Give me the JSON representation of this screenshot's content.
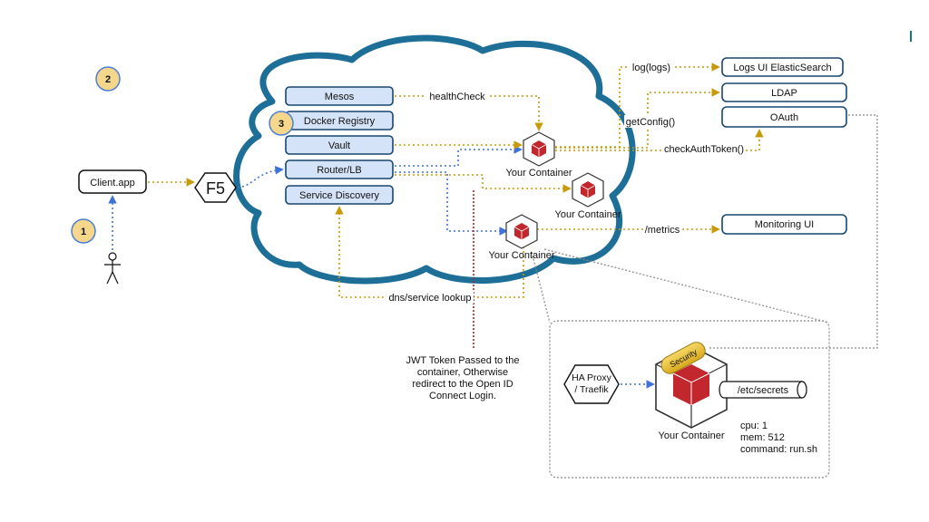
{
  "badges": {
    "one": "1",
    "two": "2",
    "three": "3"
  },
  "client": {
    "label": "Client.app"
  },
  "f5": {
    "label": "F5"
  },
  "cloud_services": {
    "mesos": "Mesos",
    "docker_registry": "Docker Registry",
    "vault": "Vault",
    "router": "Router/LB",
    "service_discovery": "Service Discovery"
  },
  "containers": {
    "top": "Your Container",
    "middle": "Your Container",
    "bottom": "Your Container",
    "detail": "Your Container"
  },
  "external_services": {
    "logs": "Logs UI ElasticSearch",
    "ldap": "LDAP",
    "oauth": "OAuth",
    "monitoring": "Monitoring UI"
  },
  "edge_labels": {
    "health_check": "healthCheck",
    "log": "log(logs)",
    "get_config": "getConfig()",
    "check_auth": "checkAuthToken()",
    "metrics": "/metrics",
    "dns_lookup": "dns/service lookup"
  },
  "jwt_note": [
    "JWT Token Passed to the",
    "container, Otherwise",
    "redirect to the Open ID",
    "Connect Login."
  ],
  "detail": {
    "proxy": [
      "HA Proxy",
      "/ Traefik"
    ],
    "security": "Security",
    "secrets": "/etc/secrets",
    "resources": [
      "cpu: 1",
      "mem: 512",
      "command: run.sh"
    ]
  },
  "colors": {
    "cloud_stroke": "#1d6f98",
    "service_fill": "#d4e3f7",
    "service_stroke": "#17466e",
    "badge_fill": "#f4d78a",
    "badge_stroke": "#4d7fd6",
    "gold_arrow": "#c79a08",
    "blue_arrow": "#3f72d6",
    "container_red": "#c1272d",
    "jwt_line": "#b22222",
    "grey_dotted": "#888888"
  }
}
